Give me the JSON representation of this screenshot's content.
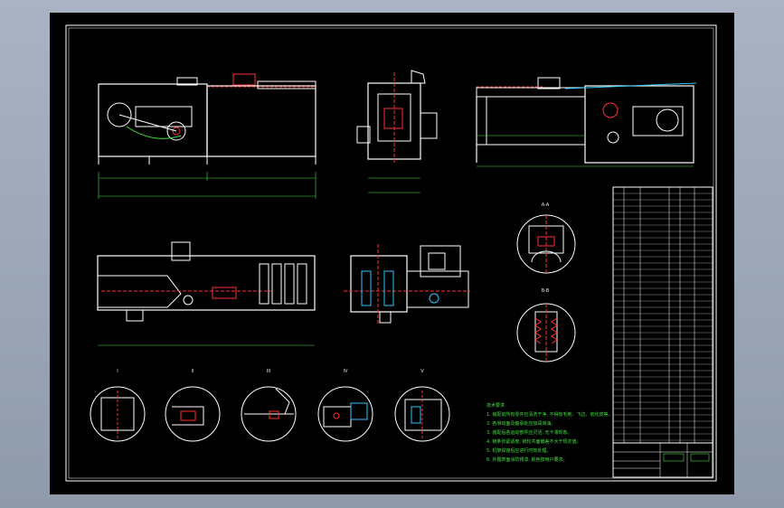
{
  "window": {
    "title": "",
    "accent_color": "#ffffff",
    "frame_color": "#9aa4b5"
  },
  "drawing": {
    "background_color": "#000000",
    "line_color": "#ffffff",
    "dimension_color": "#3fe03f",
    "hatch_color": "#ff3030",
    "highlight_color": "#30c8ff",
    "views": [
      {
        "name": "front-elevation"
      },
      {
        "name": "side-elevation"
      },
      {
        "name": "rear-elevation"
      },
      {
        "name": "plan-view"
      },
      {
        "name": "section-view"
      },
      {
        "name": "detail-section-a"
      },
      {
        "name": "detail-section-b"
      }
    ],
    "detail_views": [
      {
        "label": "I"
      },
      {
        "label": "II"
      },
      {
        "label": "III"
      },
      {
        "label": "IV"
      },
      {
        "label": "V"
      }
    ],
    "section_labels": [
      "A-A",
      "B-B"
    ],
    "notes": {
      "heading": "技术要求",
      "lines": [
        "1. 装配前所有零件应清洗干净, 不得有毛刺、飞边、氧化皮等。",
        "2. 各滑动面及轴承处应加润滑油。",
        "3. 装配后各运动部件应灵活, 无卡滞现象。",
        "4. 链条张紧适度, 链轮共面偏差不大于规定值。",
        "5. 机架焊接后应进行时效处理。",
        "6. 外露表面涂防锈漆, 颜色按用户要求。"
      ]
    },
    "title_block": {
      "drawing_title": "",
      "company": "",
      "scale": ""
    }
  }
}
